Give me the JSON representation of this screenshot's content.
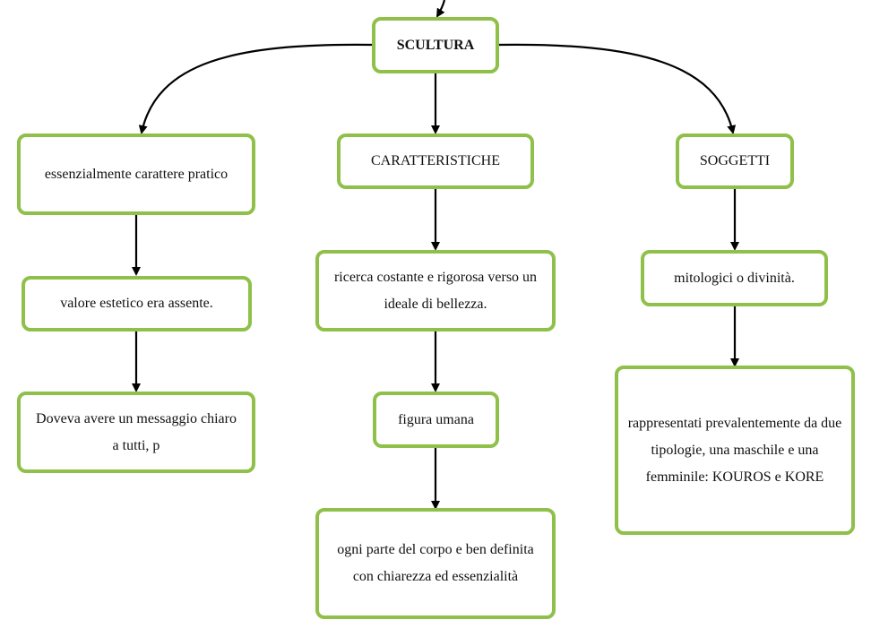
{
  "colors": {
    "border": "#8fc04a",
    "line": "#000000"
  },
  "nodes": {
    "root": "SCULTURA",
    "left_1": "essenzialmente carattere pratico",
    "left_2": "valore estetico era assente.",
    "left_3": "Doveva avere un messaggio chiaro a tutti, p",
    "mid_1": "CARATTERISTICHE",
    "mid_2": "ricerca costante e rigorosa verso un ideale di bellezza.",
    "mid_3": "figura umana",
    "mid_4": "ogni parte del corpo e ben definita con chiarezza ed essenzialità",
    "right_1": "SOGGETTI",
    "right_2": "mitologici o divinità.",
    "right_3": "rappresentati prevalentemente da due tipologie, una maschile e una femminile: KOUROS e KORE"
  }
}
